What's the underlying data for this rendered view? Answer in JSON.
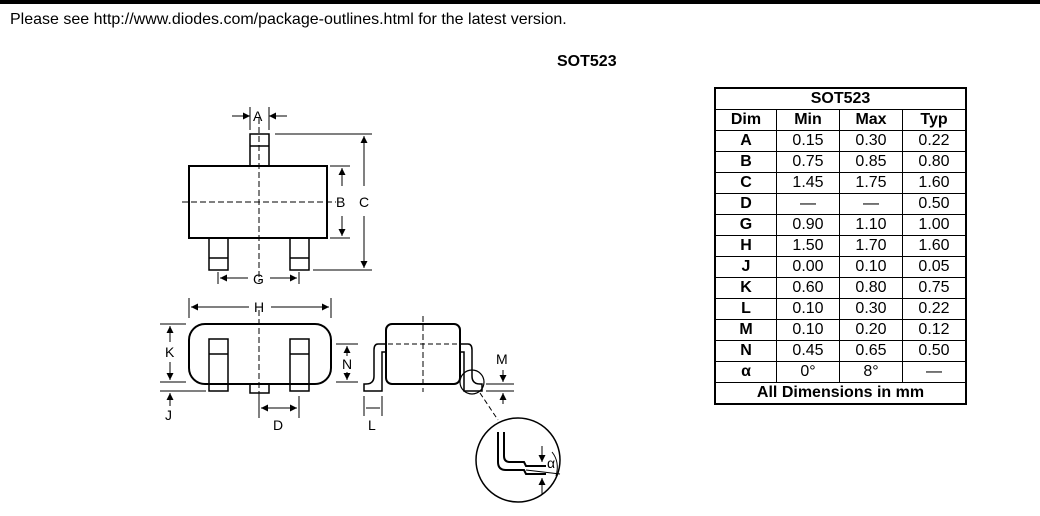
{
  "header": {
    "note": "Please see http://www.diodes.com/package-outlines.html for the latest version.",
    "package_title": "SOT523"
  },
  "drawing": {
    "labels": {
      "A": "A",
      "B": "B",
      "C": "C",
      "G": "G",
      "H": "H",
      "K": "K",
      "J": "J",
      "D": "D",
      "N": "N",
      "L": "L",
      "M": "M",
      "alpha": "α"
    }
  },
  "table": {
    "title": "SOT523",
    "headers": [
      "Dim",
      "Min",
      "Max",
      "Typ"
    ],
    "rows": [
      [
        "A",
        "0.15",
        "0.30",
        "0.22"
      ],
      [
        "B",
        "0.75",
        "0.85",
        "0.80"
      ],
      [
        "C",
        "1.45",
        "1.75",
        "1.60"
      ],
      [
        "D",
        "—",
        "—",
        "0.50"
      ],
      [
        "G",
        "0.90",
        "1.10",
        "1.00"
      ],
      [
        "H",
        "1.50",
        "1.70",
        "1.60"
      ],
      [
        "J",
        "0.00",
        "0.10",
        "0.05"
      ],
      [
        "K",
        "0.60",
        "0.80",
        "0.75"
      ],
      [
        "L",
        "0.10",
        "0.30",
        "0.22"
      ],
      [
        "M",
        "0.10",
        "0.20",
        "0.12"
      ],
      [
        "N",
        "0.45",
        "0.65",
        "0.50"
      ],
      [
        "α",
        "0°",
        "8°",
        "—"
      ]
    ],
    "footer": "All Dimensions in mm"
  }
}
